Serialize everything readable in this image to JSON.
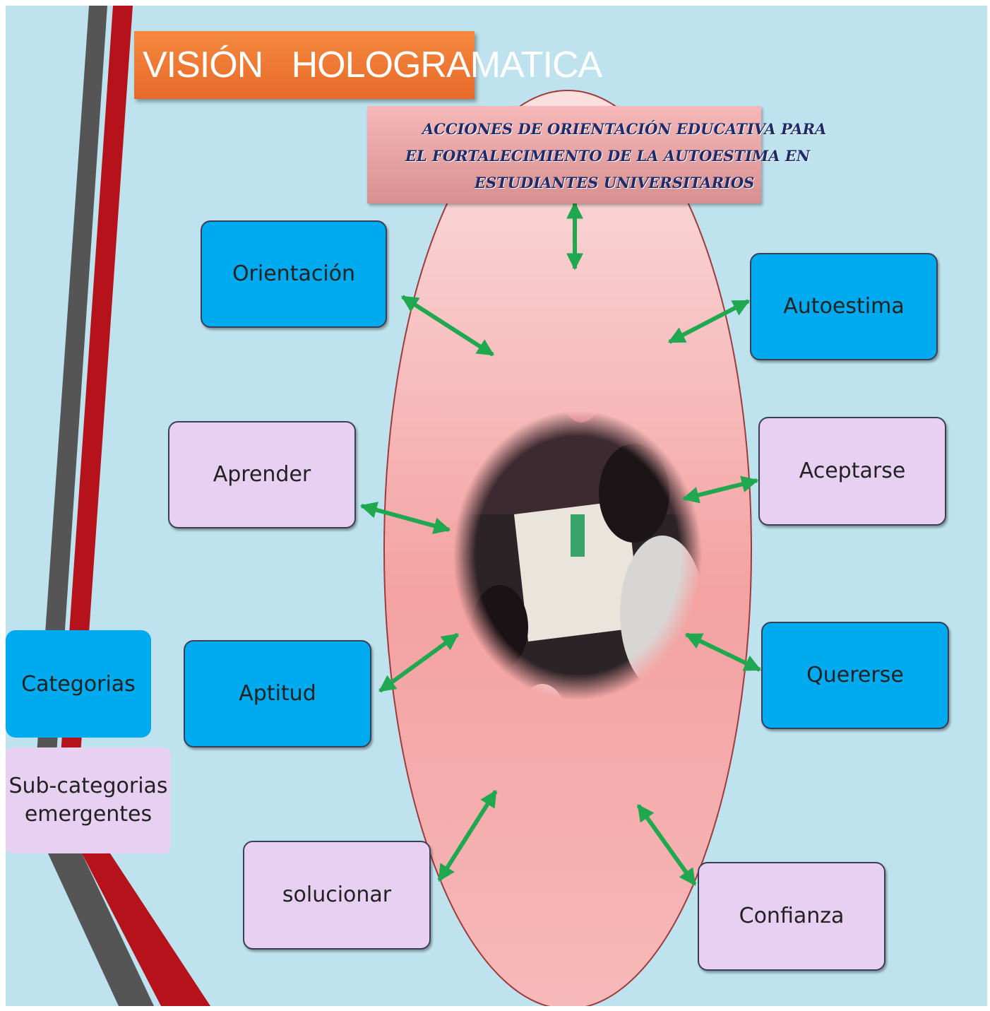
{
  "title": "VISIÓN   HOLOGRAMATICA",
  "header": {
    "lines": [
      "ACCIONES DE ORIENTACIÓN EDUCATIVA PARA",
      "EL FORTALECIMIENTO DE LA AUTOESTIMA EN",
      "ESTUDIANTES UNIVERSITARIOS"
    ]
  },
  "categories": [
    "Orientación",
    "Aptitud",
    "Autoestima",
    "Quererse"
  ],
  "subcategories": [
    "Aprender",
    "solucionar",
    "Aceptarse",
    "Confianza"
  ],
  "legend": {
    "categories_label": "Categorias",
    "subcategories_label_line1": "Sub-categorias",
    "subcategories_label_line2": "emergentes"
  },
  "colors": {
    "background": "#bfe3ee",
    "category_fill": "#00aaee",
    "subcategory_fill": "#e8d0f2",
    "title_banner": "#f07a35",
    "arrow": "#1fa84f",
    "stripe_red": "#b5121b",
    "stripe_gray": "#555555"
  },
  "center_image": "classroom-photo"
}
